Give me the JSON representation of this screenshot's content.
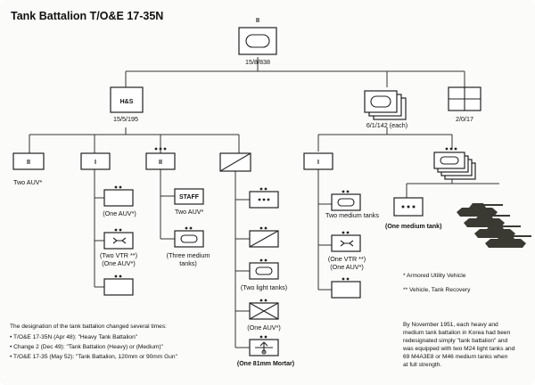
{
  "title": "Tank Battalion T/O&E 17-35N",
  "units": {
    "battalion": {
      "echelon": "II",
      "strength": "15/8/838"
    },
    "hs_company": {
      "label": "H&S",
      "strength": "15/5/195"
    },
    "tank_companies": {
      "strength": "6/1/142 (each)"
    },
    "medical_detachment": {
      "strength": "2/0/17"
    },
    "bn_hq": {
      "echelon": "II",
      "note": "Two AUV*"
    },
    "co_hq": {
      "echelon": "I"
    },
    "co_hq_section_1": {
      "label": "(One AUV*)"
    },
    "co_hq_section_2_line1": "(Two VTR **)",
    "co_hq_section_2_line2": "(One AUV*)",
    "bn_hq_company": {
      "echelon": "II"
    },
    "staff_section": {
      "label": "STAFF",
      "note": "Two AUV*"
    },
    "staff_tanks": {
      "line1": "(Three medium",
      "line2": "tanks)"
    },
    "light_tanks": {
      "label": "(Two light tanks)"
    },
    "weapons_auv": {
      "label": "(One AUV*)"
    },
    "mortar": {
      "label": "(One 81mm Mortar)"
    },
    "tank_co_hq": {
      "echelon": "I",
      "note": "Two medium tanks"
    },
    "tank_co_maint_line1": "(One VTR **)",
    "tank_co_maint_line2": "(One AUV*)",
    "platoon": {
      "label": "(One medium tank)"
    }
  },
  "legend": {
    "auv": "* Armored Utility Vehicle",
    "vtr": "** Vehicle, Tank Recovery"
  },
  "history": {
    "intro": "The designation of the tank battalion changed several times:",
    "items": [
      "• T/O&E 17-35N (Apr 48): \"Heavy Tank Battalion\"",
      "• Change 2 (Dec 49): \"Tank Battalion (Heavy) or (Medium)\"",
      "• T/O&E 17-35 (May 52): \"Tank Battalion, 120mm or 90mm Gun\""
    ]
  },
  "footnote": [
    "By November 1951, each heavy and",
    "medium tank battalion in Korea had been",
    "redesignated simply \"tank battalion\" and",
    "was equipped with two M24 light tanks and",
    "69 M4A3E8 or M46 medium tanks when",
    "at full strength."
  ],
  "icons": {
    "armor": "tank-symbol-icon",
    "hq": "hq-flag-icon",
    "medical": "medical-cross-icon",
    "mortar": "mortar-symbol-icon",
    "recovery": "recovery-symbol-icon"
  }
}
